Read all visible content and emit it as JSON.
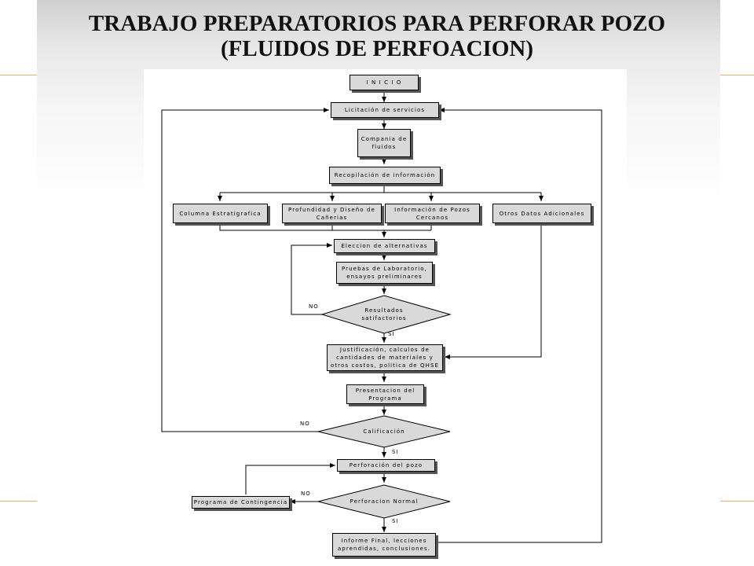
{
  "slide": {
    "title_line1": "TRABAJO PREPARATORIOS PARA PERFORAR POZO",
    "title_line2": "(FLUIDOS DE PERFOACION)"
  },
  "flowchart": {
    "nodes": {
      "inicio": "I N I C I O",
      "licitacion": "Licitación de servicios",
      "compania": "Compania de fluidos",
      "recopilacion": "Recopilación de información",
      "columna": "Columna Estratigrafica",
      "profundidad": "Profundidad y Diseño de Cañerias",
      "informacion_pozos": "Información de Pozos Cercanos",
      "otros_datos": "Otros Datos Adicionales",
      "eleccion": "Eleccion de alternativas",
      "pruebas": "Pruebas de Laboratorio, ensayos preliminares",
      "resultados": "Resultados satifactorios",
      "justificacion": "Justificación, calculos de cantidades de materiales y otros costos, politica de QHSE",
      "presentacion": "Presentacion del Programa",
      "calificacion": "Calificación",
      "perforacion_pozo": "Perforación del pozo",
      "perforacion_normal": "Perforacion Normal",
      "contingencia": "Programa de Contingencia",
      "informe": "Informe Final, lecciones aprendidas, conclusiones."
    },
    "edge_labels": {
      "resultados_no": "NO",
      "resultados_si": "SI",
      "calificacion_no": "NO",
      "calificacion_si": "SI",
      "normal_no": "NO",
      "normal_si": "SI"
    }
  }
}
